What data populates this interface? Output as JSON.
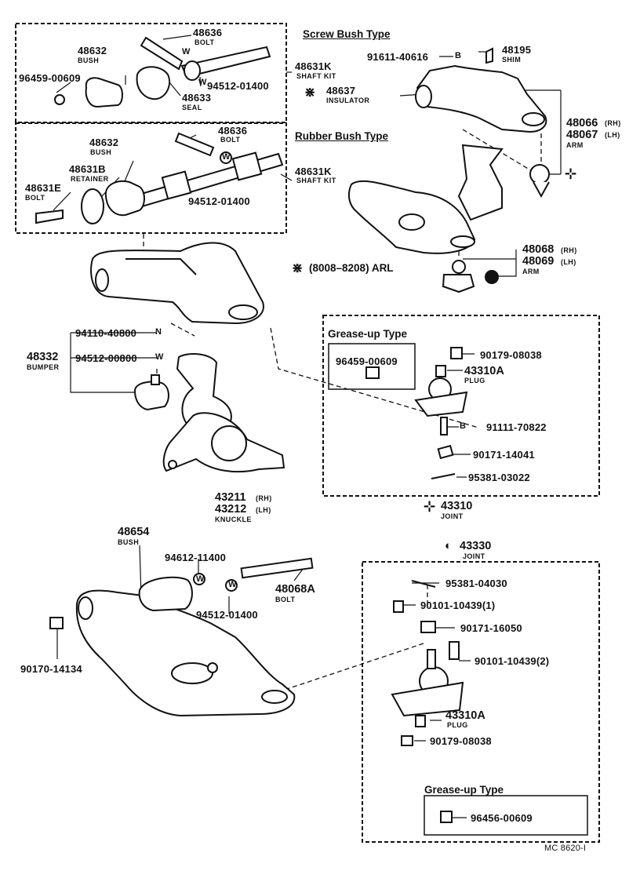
{
  "diagram_code": "MC 8620-I",
  "headings": {
    "screw_bush_type": "Screw Bush Type",
    "rubber_bush_type": "Rubber Bush Type",
    "grease_up_type_1": "Grease-up Type",
    "grease_up_type_2": "Grease-up Type",
    "production_note": "(8008–8208) ARL"
  },
  "symbols": {
    "asterisk": "⋇",
    "cross_mark": "⊹",
    "half_circle": "◐",
    "washer": "W",
    "nut": "N",
    "bolt": "B"
  },
  "parts": {
    "screw_bolt_no": "48636",
    "screw_bolt_name": "BOLT",
    "screw_bush_no": "48632",
    "screw_bush_name": "BUSH",
    "screw_fitting_no": "96459-00609",
    "screw_washer_no": "94512-01400",
    "screw_seal_no": "48633",
    "screw_seal_name": "SEAL",
    "screw_shaftkit_no": "48631K",
    "screw_shaftkit_name": "SHAFT KIT",
    "upper_bolt_no": "91611-40616",
    "shim_no": "48195",
    "shim_name": "SHIM",
    "insulator_no": "48637",
    "insulator_name": "INSULATOR",
    "upper_arm_rh_no": "48066",
    "upper_arm_rh_side": "(RH)",
    "upper_arm_lh_no": "48067",
    "upper_arm_lh_side": "(LH)",
    "upper_arm_name": "ARM",
    "rubber_bolt_no": "48636",
    "rubber_bolt_name": "BOLT",
    "rubber_bush_no": "48632",
    "rubber_bush_name": "BUSH",
    "retainer_no": "48631B",
    "retainer_name": "RETAINER",
    "rubber_bolt2_no": "48631E",
    "rubber_bolt2_name": "BOLT",
    "rubber_washer_no": "94512-01400",
    "rubber_shaftkit_no": "48631K",
    "rubber_shaftkit_name": "SHAFT KIT",
    "arl_arm_rh_no": "48068",
    "arl_arm_rh_side": "(RH)",
    "arl_arm_lh_no": "48069",
    "arl_arm_lh_side": "(LH)",
    "arl_arm_name": "ARM",
    "bumper_nut_no": "94110-40800",
    "bumper_washer_no": "94512-00800",
    "bumper_no": "48332",
    "bumper_name": "BUMPER",
    "grease_fitting_1_no": "96459-00609",
    "nut_08038_no": "90179-08038",
    "plug_no": "43310A",
    "plug_name": "PLUG",
    "bolt_70822_no": "91111-70822",
    "nut_14041_no": "90171-14041",
    "pin_03022_no": "95381-03022",
    "joint_upper_no": "43310",
    "joint_upper_name": "JOINT",
    "knuckle_rh_no": "43211",
    "knuckle_rh_side": "(RH)",
    "knuckle_lh_no": "43212",
    "knuckle_lh_side": "(LH)",
    "knuckle_name": "KNUCKLE",
    "lower_bush_no": "48654",
    "lower_bush_name": "BUSH",
    "lower_washer_a_no": "94612-11400",
    "lower_washer_b_no": "94512-01400",
    "lower_bolt_no": "48068A",
    "lower_bolt_name": "BOLT",
    "lower_nut_no": "90170-14134",
    "joint_lower_no": "43330",
    "joint_lower_name": "JOINT",
    "pin_04030_no": "95381-04030",
    "bolt_10439_1_no": "90101-10439(1)",
    "nut_16050_no": "90171-16050",
    "bolt_10439_2_no": "90101-10439(2)",
    "plug_lower_no": "43310A",
    "plug_lower_name": "PLUG",
    "nut_08038_lower_no": "90179-08038",
    "grease_fitting_2_no": "96456-00609"
  }
}
